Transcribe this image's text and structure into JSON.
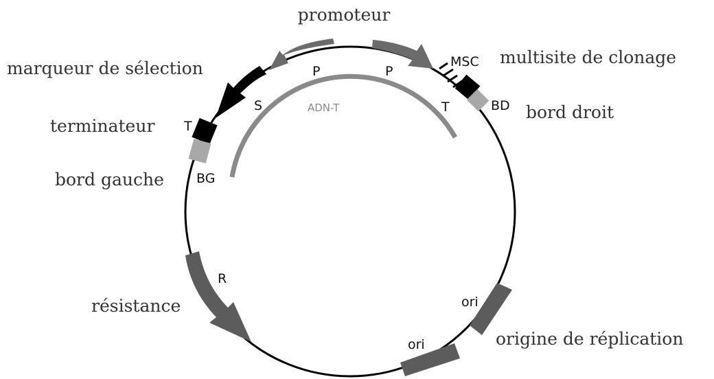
{
  "labels": {
    "promoter": "promoteur",
    "mcs": "multisite de clonage",
    "selection_marker": "marqueur de sélection",
    "right_border": "bord droit",
    "terminator": "terminateur",
    "left_border": "bord gauche",
    "resistance": "résistance",
    "origin": "origine de réplication"
  },
  "marks": {
    "p_left": "P",
    "p_right": "P",
    "msc": "MSC",
    "s": "S",
    "t_right": "T",
    "t_left": "T",
    "bd": "BD",
    "bg": "BG",
    "r": "R",
    "ori_top": "ori",
    "ori_bottom": "ori",
    "adn_t": "ADN-T"
  },
  "colors": {
    "backbone": "#000000",
    "promoter": "#6b6b6b",
    "selection_marker": "#000000",
    "terminator": "#000000",
    "border": "#a8a8a8",
    "resistance": "#5c5c5c",
    "origin": "#5c5c5c",
    "t_dna_arc": "#8a8a8a"
  }
}
